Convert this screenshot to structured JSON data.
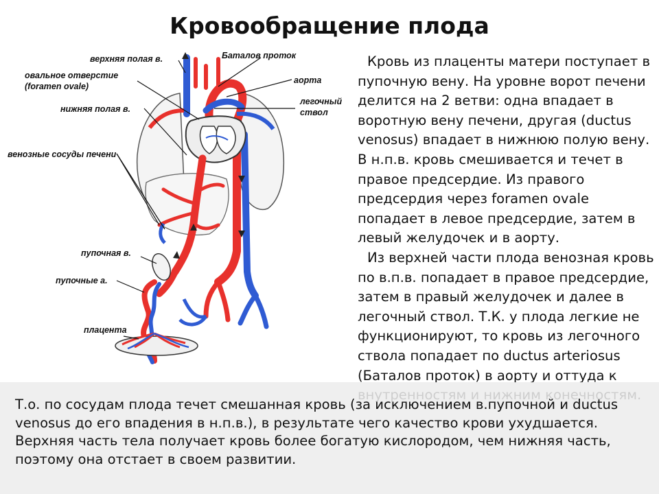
{
  "title": "Кровообращение плода",
  "labels": {
    "svc": "верхняя полая в.",
    "foramen_1": "овальное отверстие",
    "foramen_2": "(foramen ovale)",
    "ivc": "нижняя полая в.",
    "liver_veins": "венозные сосуды печени",
    "botallo": "Баталов проток",
    "aorta": "аорта",
    "pulm_1": "легочный",
    "pulm_2": "ствол",
    "umb_vein": "пупочная в.",
    "umb_art": "пупочные а.",
    "placenta": "плацента"
  },
  "right_text": {
    "p1": "Кровь из плаценты матери поступает в пупочную вену. На уровне ворот печени делится на 2 ветви: одна впадает в воротную вену печени, другая (ductus venosus) впадает в нижнюю полую вену. В н.п.в. кровь смешивается и течет в правое предсердие. Из правого предсердия через foramen ovale попадает в левое предсердие, затем в левый желудочек и в аорту.",
    "p2": "Из верхней части плода венозная кровь по в.п.в. попадает в правое предсердие, затем в правый желудочек и далее в легочный ствол. Т.К. у плода легкие не функционируют, то кровь из легочного ствола попадает по ductus arteriosus (Баталов проток) в аорту и оттуда к внутренностям и нижним конечностям."
  },
  "bottom_text": "Т.о. по сосудам плода течет смешанная кровь (за исключением в.пупочной и ductus venosus до его впадения в н.п.в.), в результате чего качество крови ухудшается. Верхняя часть тела получает кровь более богатую кислородом, чем нижняя часть, поэтому она отстает в своем развитии.",
  "colors": {
    "artery": "#e8312c",
    "vein": "#2f5bd3",
    "organ_outline": "#555555"
  }
}
